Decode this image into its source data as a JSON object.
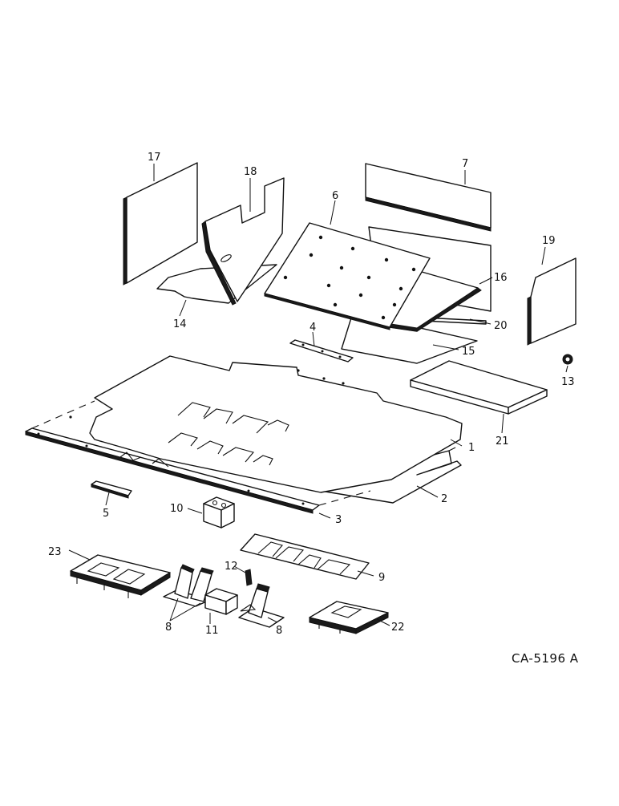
{
  "diagram": {
    "drawing_number": "CA-5196 A",
    "callouts": [
      "1",
      "2",
      "3",
      "4",
      "5",
      "6",
      "7",
      "8",
      "8",
      "9",
      "10",
      "11",
      "12",
      "13",
      "14",
      "15",
      "16",
      "17",
      "18",
      "19",
      "20",
      "21",
      "22",
      "23"
    ]
  }
}
